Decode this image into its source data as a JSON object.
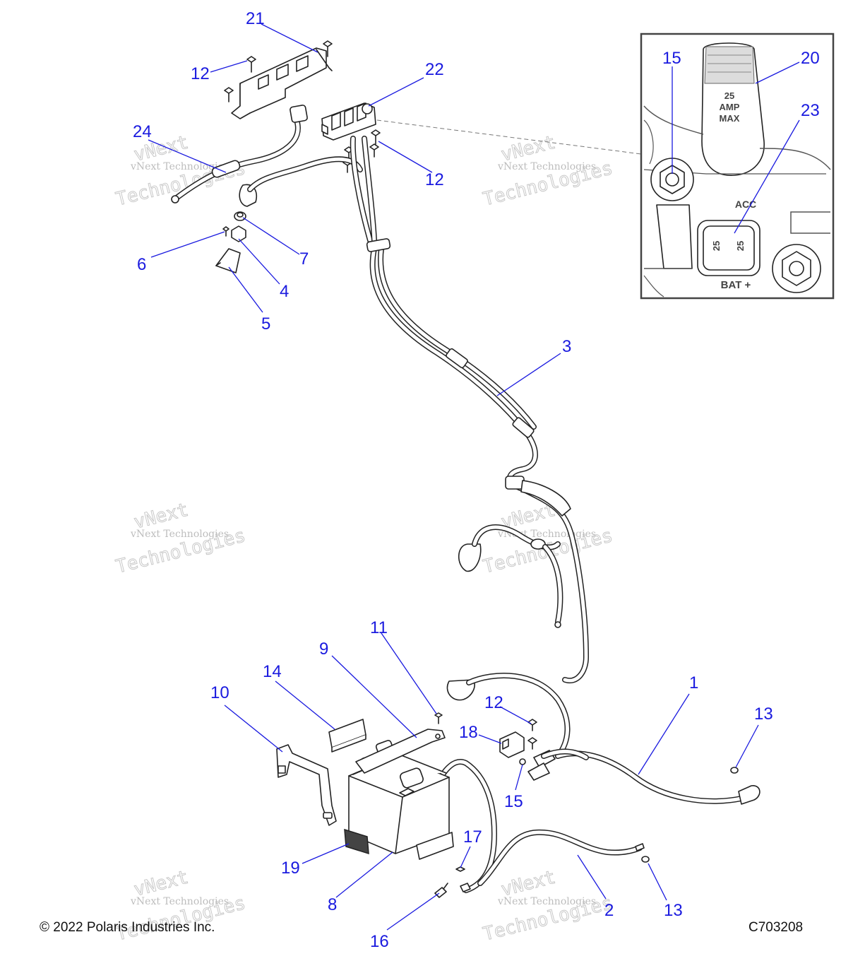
{
  "callouts": {
    "c1": "1",
    "c2": "2",
    "c3": "3",
    "c4": "4",
    "c5": "5",
    "c6": "6",
    "c7": "7",
    "c8": "8",
    "c9": "9",
    "c10": "10",
    "c11": "11",
    "c12a": "12",
    "c12b": "12",
    "c12c": "12",
    "c13a": "13",
    "c13b": "13",
    "c14": "14",
    "c15a": "15",
    "c15b": "15",
    "c16": "16",
    "c17": "17",
    "c18": "18",
    "c19": "19",
    "c20": "20",
    "c21": "21",
    "c22": "22",
    "c23": "23",
    "c24": "24"
  },
  "inset": {
    "fuse_cap_line1": "25",
    "fuse_cap_line2": "AMP",
    "fuse_cap_line3": "MAX",
    "acc_label": "ACC",
    "fuse_value_left": "25",
    "fuse_value_right": "25",
    "bat_label": "BAT +"
  },
  "watermark": {
    "line1": "vNext Technologies",
    "line2": "vNext",
    "line3": "Technologies"
  },
  "footer": {
    "copyright": "© 2022 Polaris Industries Inc.",
    "drawing_number": "C703208"
  },
  "colors": {
    "callout": "#1a1adf",
    "linework": "#222222",
    "watermark": "#bdbdbd"
  }
}
